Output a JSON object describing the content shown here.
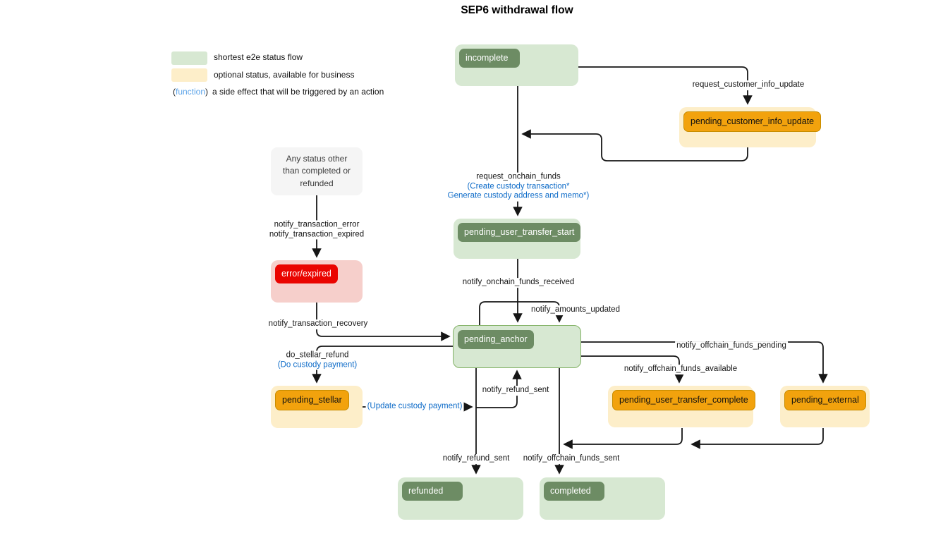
{
  "title": "SEP6 withdrawal flow",
  "legend": {
    "green_label": "shortest e2e status flow",
    "yellow_label": "optional status, available for business",
    "fn_open": "(",
    "fn_word": "function",
    "fn_close": ")",
    "fn_label": "a side effect that will be triggered by an action"
  },
  "note": {
    "text": "Any status other than completed or refunded"
  },
  "nodes": {
    "incomplete": "incomplete",
    "pending_customer_info_update": "pending_customer_info_update",
    "pending_user_transfer_start": "pending_user_transfer_start",
    "pending_anchor": "pending_anchor",
    "error_expired": "error/expired",
    "pending_stellar": "pending_stellar",
    "pending_user_transfer_complete": "pending_user_transfer_complete",
    "pending_external": "pending_external",
    "refunded": "refunded",
    "completed": "completed"
  },
  "edges": {
    "request_customer_info_update": "request_customer_info_update",
    "request_onchain_funds": "request_onchain_funds",
    "request_onchain_funds_fn1": "(Create custody transaction*",
    "request_onchain_funds_fn2": "Generate custody address and memo*)",
    "notify_onchain_funds_received": "notify_onchain_funds_received",
    "notify_amounts_updated": "notify_amounts_updated",
    "notify_transaction_error": "notify_transaction_error",
    "notify_transaction_expired": "notify_transaction_expired",
    "notify_transaction_recovery": "notify_transaction_recovery",
    "do_stellar_refund": "do_stellar_refund",
    "do_stellar_refund_fn": "(Do custody payment)",
    "update_custody_payment_fn": "(Update custody payment)",
    "notify_refund_sent_up": "notify_refund_sent",
    "notify_refund_sent_down": "notify_refund_sent",
    "notify_offchain_funds_sent": "notify_offchain_funds_sent",
    "notify_offchain_funds_pending": "notify_offchain_funds_pending",
    "notify_offchain_funds_available": "notify_offchain_funds_available"
  },
  "colors": {
    "green_light": "#d7e8d2",
    "green_dark": "#6d8c64",
    "green_border": "#83b266",
    "yellow_light": "#fdeec9",
    "orange": "#f2a20d",
    "red": "#ea0400",
    "pink_light": "#f6cfcb",
    "function_blue": "#0d6bc8",
    "line_black": "#161616"
  }
}
